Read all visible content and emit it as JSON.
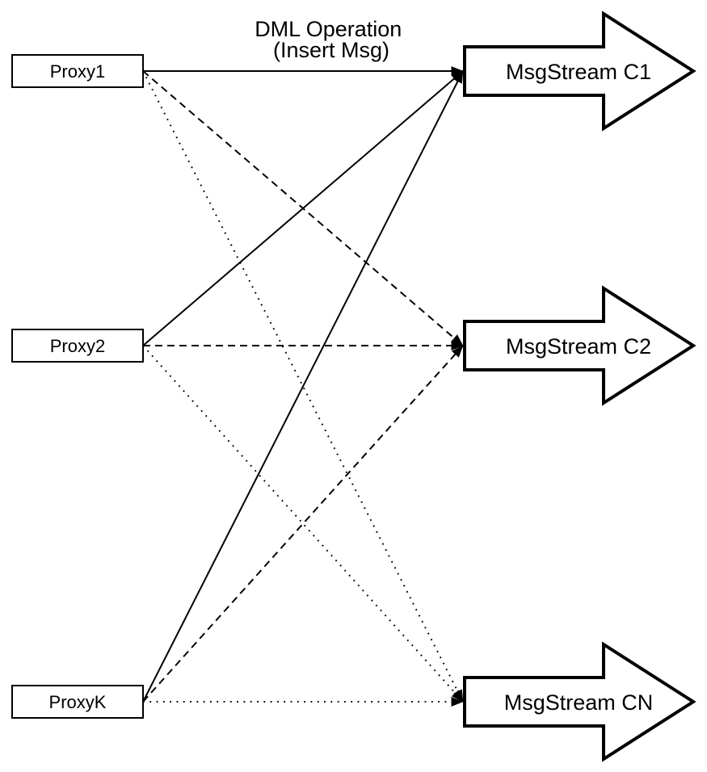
{
  "diagram": {
    "title": {
      "line1": "DML Operation",
      "line2": "(Insert Msg)"
    },
    "proxies": [
      {
        "id": "proxy1",
        "label": "Proxy1"
      },
      {
        "id": "proxy2",
        "label": "Proxy2"
      },
      {
        "id": "proxyk",
        "label": "ProxyK"
      }
    ],
    "streams": [
      {
        "id": "c1",
        "label": "MsgStream C1",
        "incoming_line_style": "solid"
      },
      {
        "id": "c2",
        "label": "MsgStream C2",
        "incoming_line_style": "dashed"
      },
      {
        "id": "cn",
        "label": "MsgStream CN",
        "incoming_line_style": "dotted"
      }
    ],
    "edges": [
      {
        "from": 0,
        "to": 0,
        "style": "solid"
      },
      {
        "from": 1,
        "to": 0,
        "style": "solid"
      },
      {
        "from": 2,
        "to": 0,
        "style": "solid"
      },
      {
        "from": 0,
        "to": 1,
        "style": "dashed"
      },
      {
        "from": 1,
        "to": 1,
        "style": "dashed"
      },
      {
        "from": 2,
        "to": 1,
        "style": "dashed"
      },
      {
        "from": 0,
        "to": 2,
        "style": "dotted"
      },
      {
        "from": 1,
        "to": 2,
        "style": "dotted"
      },
      {
        "from": 2,
        "to": 2,
        "style": "dotted"
      }
    ],
    "colors": {
      "ink": "#000000",
      "fill": "#ffffff"
    }
  }
}
